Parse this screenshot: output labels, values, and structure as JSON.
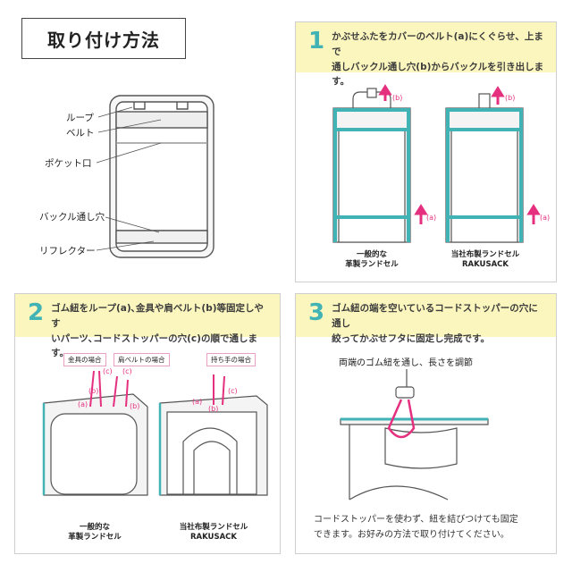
{
  "title": "取り付け方法",
  "colors": {
    "accent": "#42b3b5",
    "highlight": "#fbf6bd",
    "pink": "#e4307f",
    "tag_border": "#e8a0c4"
  },
  "parts_diagram": {
    "labels": [
      "ループ",
      "ベルト",
      "ポケット口",
      "バックル通し穴",
      "リフレクター"
    ]
  },
  "steps": [
    {
      "number": "1",
      "text": "かぶせふたをカバーのベルト(a)にくぐらせ、上まで\n通しバックル通し穴(b)からバックルを引き出します。",
      "marks": [
        "(b)",
        "(a)",
        "(b)",
        "(a)"
      ],
      "captions": [
        "一般的な\n革製ランドセル",
        "当社布製ランドセル\nRAKUSACK"
      ]
    },
    {
      "number": "2",
      "text": "ゴム紐をループ(a)､金具や肩ベルト(b)等固定しやす\nいパーツ､コードストッパーの穴(c)の順で通します。",
      "tags": [
        "金具の場合",
        "肩ベルトの場合",
        "持ち手の場合"
      ],
      "marks": [
        "(c)",
        "(c)",
        "(b)",
        "(a)",
        "(b)",
        "(a)",
        "(b)",
        "(c)"
      ],
      "captions": [
        "一般的な\n革製ランドセル",
        "当社布製ランドセル\nRAKUSACK"
      ]
    },
    {
      "number": "3",
      "text": "ゴム紐の端を空いているコードストッパーの穴に通し\n絞ってかぶせフタに固定し完成です。",
      "callout": "両端のゴム紐を通し、長さを調節",
      "note": "コードストッパーを使わず、紐を結びつけても固定\nできます。お好みの方法で取り付けてください。"
    }
  ]
}
